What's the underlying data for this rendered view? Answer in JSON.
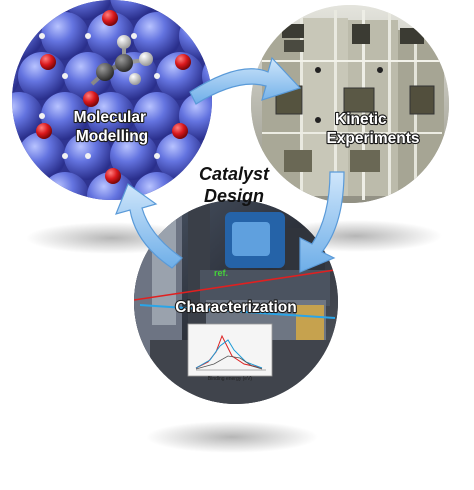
{
  "diagram": {
    "center_title": [
      "Catalyst",
      "Design"
    ],
    "nodes": [
      {
        "id": "molecular-modelling",
        "label": [
          "Molecular",
          "Modelling"
        ]
      },
      {
        "id": "kinetic-experiments",
        "label": [
          "Kinetic",
          "Experiments"
        ]
      },
      {
        "id": "characterization",
        "label": [
          "Characterization"
        ]
      }
    ],
    "inset_plot_label": "Binding energy (eV)",
    "beam_tag": "ref.",
    "colors": {
      "arrow": "#8fc3ee",
      "sphere_blue": "#5b6fd6",
      "atom_red": "#d9181c",
      "lab_beige": "#b9b8a8"
    }
  }
}
